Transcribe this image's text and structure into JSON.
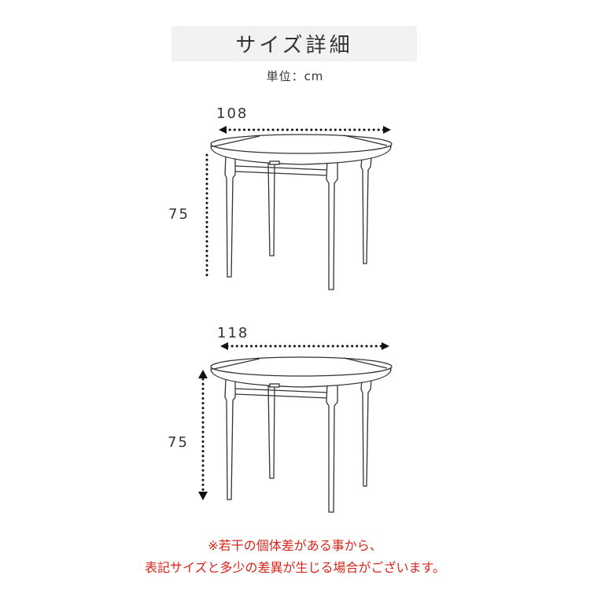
{
  "header": {
    "title": "サイズ詳細",
    "unit": "単位：cm"
  },
  "tables": [
    {
      "width_label": "108",
      "height_label": "75"
    },
    {
      "width_label": "118",
      "height_label": "75"
    }
  ],
  "note": {
    "line1": "※若干の個体差がある事から、",
    "line2": "表記サイズと多少の差異が生じる場合がございます。"
  },
  "colors": {
    "note": "#d9261c",
    "banner": "#f2f2f2"
  }
}
